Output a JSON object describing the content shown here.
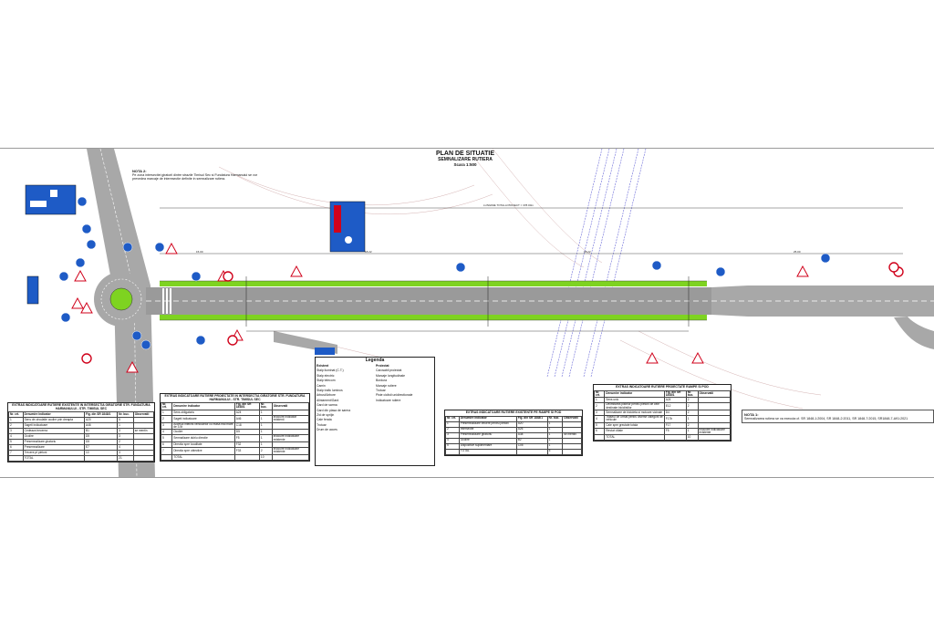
{
  "title": {
    "line1": "PLAN DE SITUATIE",
    "line2": "SEMNALIZARE RUTIERA",
    "scale": "Scara 1:500"
  },
  "note2": {
    "heading": "NOTA 2:",
    "text": "Pe zona intersectiei giratorii dintre strazile Timisul Sec si Fundatura Harmanului se vor prevedea marcaje de interesectie definite in semnalizare rutiera."
  },
  "note1": {
    "heading": "NOTA 1:",
    "text": "Semnalizarea rutiera se va executa cf. SR 1848-1:2004, SR 1848-2:2011, SR 1848-7:2015, SR1848-7-A91:2021"
  },
  "project_length": "LUNGIME TOTALA PROIECT = 378.00m",
  "legend": {
    "title": "Legenda",
    "existent": "Existent",
    "proiectat": "Proiectat",
    "items_left": [
      "Stalp iluminat (C.T.)",
      "Stalp electric",
      "Stalp telecom",
      "Camin",
      "Stalp trafic luminos",
      "Arbust/Arbore",
      "Aliniament/Gard",
      "Gard de sarma",
      "Gard din plasa de sarma",
      "Zid de sprijin",
      "Cale ferata",
      "Trotuar",
      "Drum de acces"
    ],
    "items_right": [
      "Carosabil proiectat",
      "Marcaje longitudinale",
      "Bordura",
      "Marcaje rutiere",
      "Trotuar",
      "Piste ciclisti unidirectionale",
      "Indicatoare rutiere"
    ]
  },
  "tables": [
    {
      "caption": "EXTRAS INDICATOARE RUTIERE EXISTENTE IN INTERSECTIA GIRATORIE STR. FUNDATURA HARMANULUI - STR. TIMISUL SEC",
      "headers": [
        "Nr. crt.",
        "Denumire indicator",
        "Fig. din SR 1848/1",
        "Nr. buc.",
        "Observatii"
      ],
      "rows": [
        [
          "1",
          "Sens de circulatie ocolire prin dreapta",
          "A20",
          "5",
          ""
        ],
        [
          "2",
          "Sageti indicatoare",
          "A46",
          "1",
          ""
        ],
        [
          "3",
          "Cedeaza trecerea",
          "B1",
          "3",
          "se mentin"
        ],
        [
          "4",
          "Ocolire",
          "D5",
          "3",
          ""
        ],
        [
          "5",
          "Presemnalizare giratoriu",
          "D5",
          "2",
          ""
        ],
        [
          "6",
          "Presemnalizare",
          "E7",
          "4",
          ""
        ],
        [
          "7",
          "Trecere pt pietoni",
          "10",
          "3",
          ""
        ],
        [
          "",
          "TOTAL",
          "",
          "21",
          ""
        ]
      ]
    },
    {
      "caption": "EXTRAS INDICATOARE RUTIERE PROIECTATE IN INTERSECTIA GIRATORIE STR. FUNDATURA HARMANULUI - STR. TIMISUL SEC",
      "headers": [
        "Nr. crt.",
        "Denumire indicator",
        "Fig. din SR 1848/1",
        "Nr. buc.",
        "Observatii"
      ],
      "rows": [
        [
          "1",
          "Sens obligatoriu",
          "A24",
          "1",
          ""
        ],
        [
          "2",
          "Sageti indicatoare",
          "A46",
          "1",
          "inlocuire indicatori existenti"
        ],
        [
          "3",
          "Accesul interzis vehiculelor cu masa mai mare de 3.5t",
          "C18",
          "1",
          ""
        ],
        [
          "4",
          "Ocolire",
          "D5",
          "1",
          ""
        ],
        [
          "5",
          "Semnalizare dublu directie",
          "F5",
          "1",
          "inlocuire indicatoare existente"
        ],
        [
          "6",
          "Directia spre localitate",
          "F32",
          "1",
          ""
        ],
        [
          "7",
          "Directia spre obiective",
          "F33",
          "2",
          "inlocuire indicatoare existente"
        ],
        [
          "",
          "TOTAL",
          "",
          "10",
          ""
        ]
      ]
    },
    {
      "caption": "EXTRAS INDICATOARE RUTIERE EXISTENTE PE RAMPE SI POD",
      "headers": [
        "Nr. crt.",
        "Denumire indicator",
        "Fig. din SR 1848/1",
        "Nr. buc.",
        "Observatii"
      ],
      "rows": [
        [
          "1",
          "Presemnalizare trecere pentru pietoni",
          "A20",
          "1",
          ""
        ],
        [
          "2",
          "Intersectie",
          "A26",
          "1",
          ""
        ],
        [
          "3",
          "Presemnalizare giratoriu",
          "A38",
          "1",
          "se mentin"
        ],
        [
          "4",
          "Ocolire",
          "B2",
          "1",
          ""
        ],
        [
          "5",
          "Dispozitive suplimentare",
          "C05",
          "1",
          ""
        ],
        [
          "",
          "TOTAL",
          "",
          "5",
          ""
        ]
      ]
    },
    {
      "caption": "EXTRAS INDICATOARE RUTIERE PROIECTATE RAMPE SI POD",
      "headers": [
        "Nr. crt.",
        "Denumire indicator",
        "Fig. din SR 1848/1",
        "Nr. buc.",
        "Observatii"
      ],
      "rows": [
        [
          "1",
          "Sens unic",
          "A24",
          "2",
          ""
        ],
        [
          "2",
          "Delimitarea pistelor pentru pietoni de cele destinate biciclistilor",
          "E12",
          "2",
          ""
        ],
        [
          "3",
          "Semnalizare de bicicleta si motoare vicinale",
          "D4",
          "2",
          ""
        ],
        [
          "4",
          "Traseul de urmat pentru diverse categorii de vehicule",
          "F17b",
          "1",
          ""
        ],
        [
          "5",
          "Cale spre greutate totala",
          "F17",
          "2",
          ""
        ],
        [
          "6",
          "Resturi ditale",
          "F5",
          "1",
          "inlocuire indicatoare existente"
        ],
        [
          "",
          "TOTAL",
          "",
          "10",
          ""
        ]
      ]
    }
  ],
  "dimension_labels": [
    "15.00",
    "18.22",
    "18.22",
    "25.00"
  ],
  "colors": {
    "road": "#9a9a9a",
    "green_lane": "#7ed321",
    "sign_blue": "#1e5bc6",
    "sign_red": "#d0021b",
    "railway": "#6a6ad8"
  }
}
